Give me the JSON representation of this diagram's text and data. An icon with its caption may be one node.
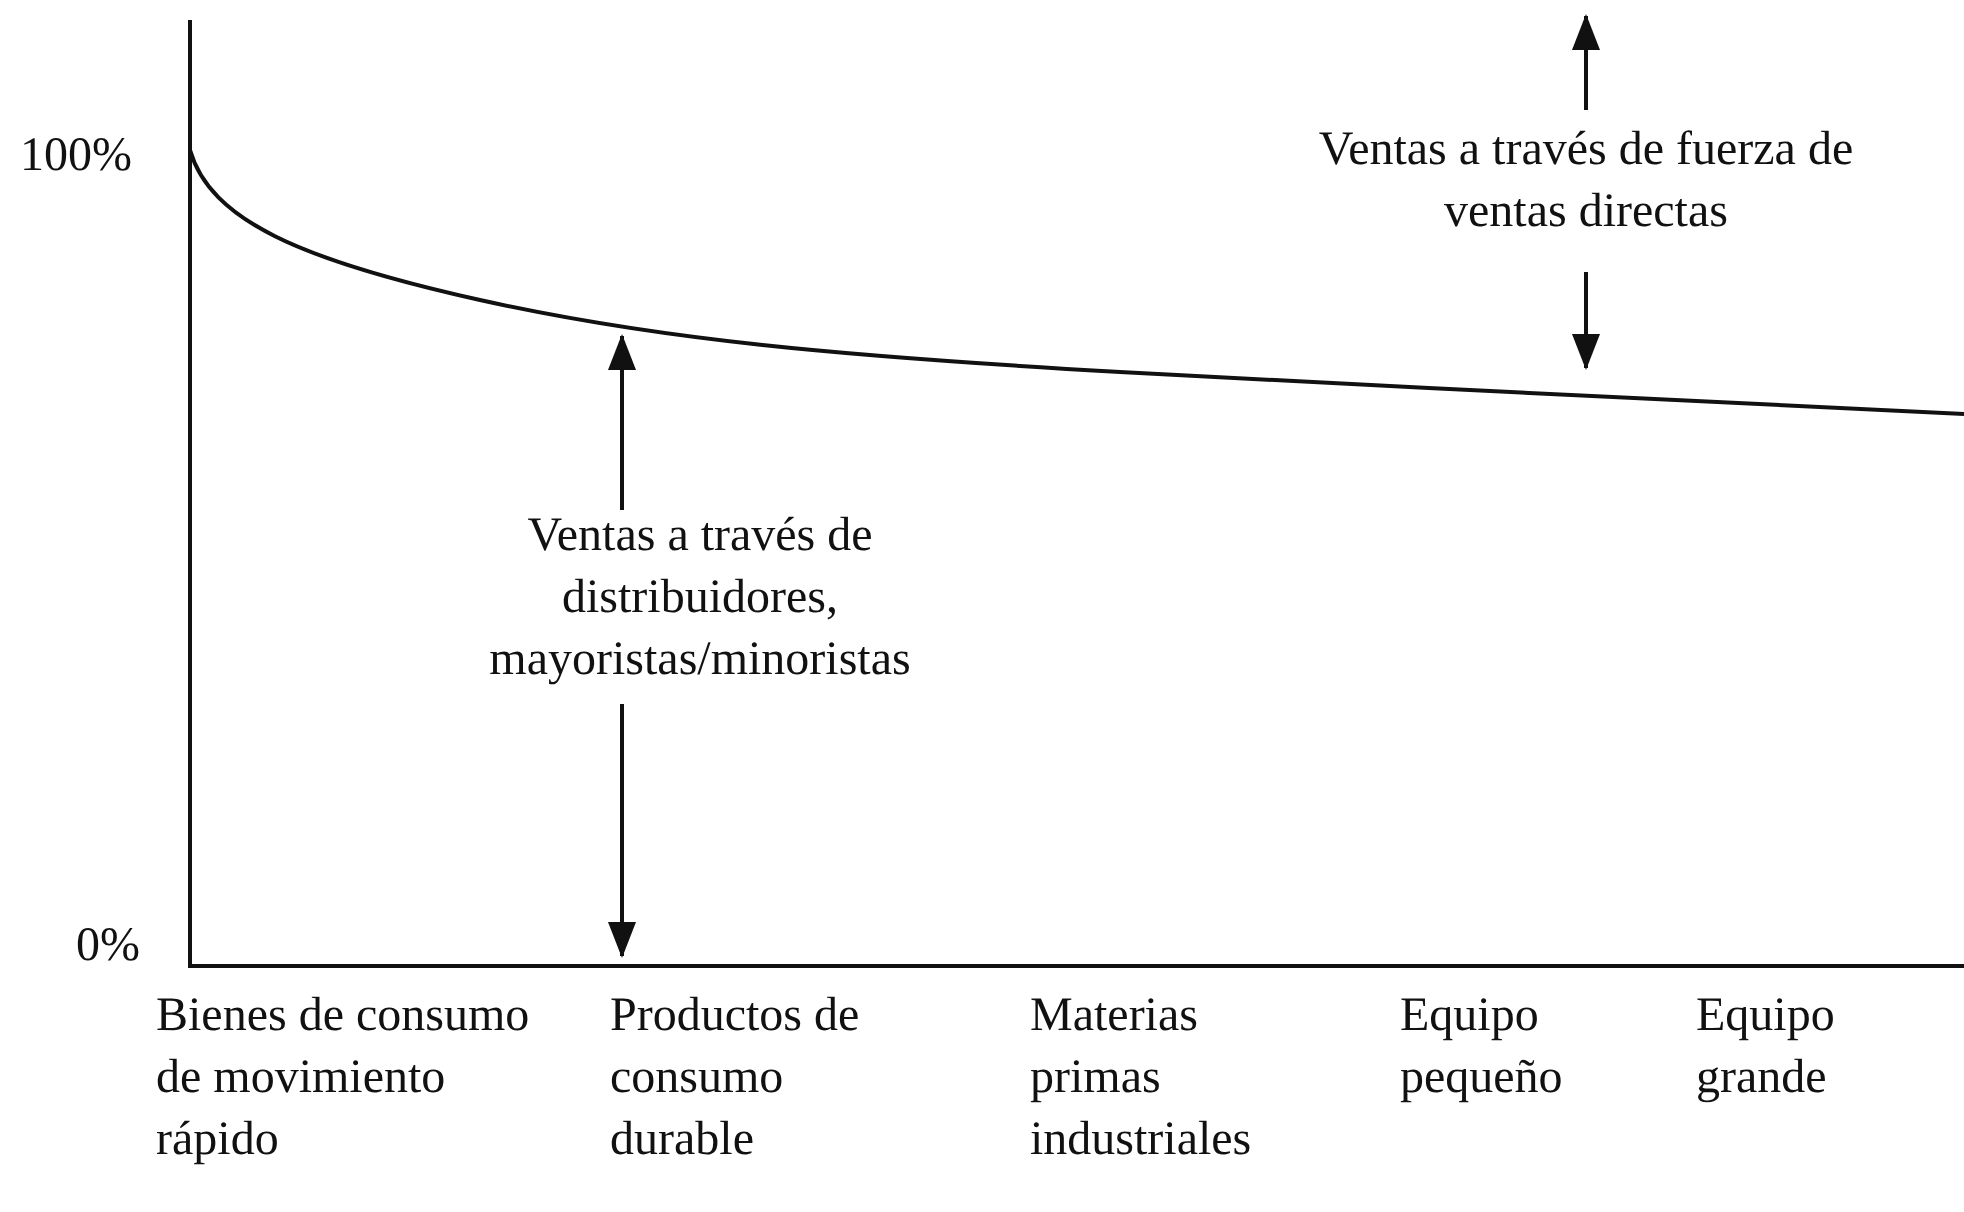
{
  "diagram": {
    "labels": [
      "100%",
      "Ventas a través de fuerza de ventas directas",
      "Ventas a través de distribuidores, mayoristas/minoristas",
      "0%",
      "Bienes de consumo de movimiento rápido",
      "Productos de consumo durable",
      "Materias primas industriales",
      "Equipo pequeño",
      "Equipo grande"
    ]
  }
}
